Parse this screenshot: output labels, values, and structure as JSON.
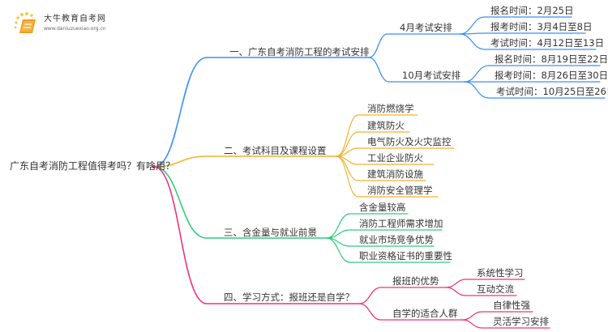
{
  "logo": {
    "name": "大牛教育自考网",
    "url": "www.daniuzuexiao.org.cn"
  },
  "colors": {
    "blue": "#3b8ff5",
    "yellow": "#f2b22f",
    "green": "#2ecc7a",
    "pink": "#f0327f",
    "text": "#333333"
  },
  "root": "广东自考消防工程值得考吗？有啥用？",
  "branches": [
    {
      "label": "一、广东自考消防工程的考试安排",
      "color": "blue",
      "children": [
        {
          "label": "4月考试安排",
          "children": [
            "报名时间：2月25日",
            "报考时间：3月4日至8日",
            "考试时间：4月12日至13日"
          ]
        },
        {
          "label": "10月考试安排",
          "children": [
            "报名时间：8月19日至22日",
            "报考时间：8月26日至30日",
            "考试时间：10月25日至26日"
          ]
        }
      ]
    },
    {
      "label": "二、考试科目及课程设置",
      "color": "yellow",
      "children": [
        "消防燃烧学",
        "建筑防火",
        "电气防火及火灾监控",
        "工业企业防火",
        "建筑消防设施",
        "消防安全管理学"
      ]
    },
    {
      "label": "三、含金量与就业前景",
      "color": "green",
      "children": [
        "含金量较高",
        "消防工程师需求增加",
        "就业市场竞争优势",
        "职业资格证书的重要性"
      ]
    },
    {
      "label": "四、学习方式：报班还是自学？",
      "color": "pink",
      "children": [
        {
          "label": "报班的优势",
          "children": [
            "系统性学习",
            "互动交流"
          ]
        },
        {
          "label": "自学的适合人群",
          "children": [
            "自律性强",
            "灵活学习安排"
          ]
        }
      ]
    }
  ]
}
